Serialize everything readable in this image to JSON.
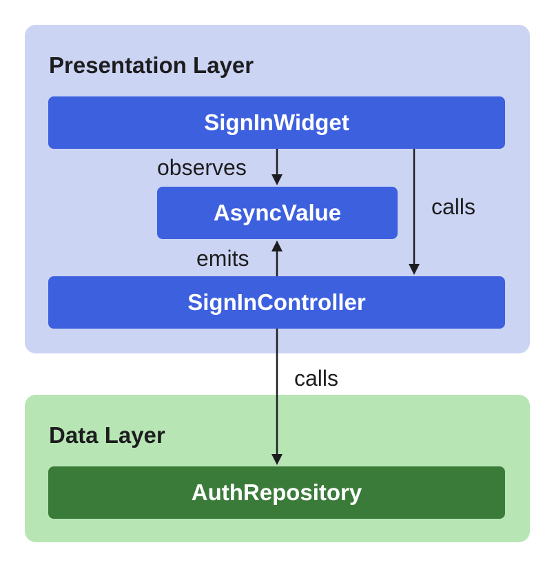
{
  "colors": {
    "presentation_bg": "#ccd4f4",
    "presentation_node": "#3d60df",
    "data_bg": "#b7e6b4",
    "data_node": "#3a7b3a",
    "arrow": "#1d1d1f"
  },
  "layers": {
    "presentation": {
      "title": "Presentation Layer"
    },
    "data": {
      "title": "Data Layer"
    }
  },
  "nodes": {
    "sign_in_widget": "SignInWidget",
    "async_value": "AsyncValue",
    "sign_in_controller": "SignInController",
    "auth_repository": "AuthRepository"
  },
  "edges": {
    "observes": "observes",
    "emits": "emits",
    "calls_controller": "calls",
    "calls_repository": "calls"
  }
}
